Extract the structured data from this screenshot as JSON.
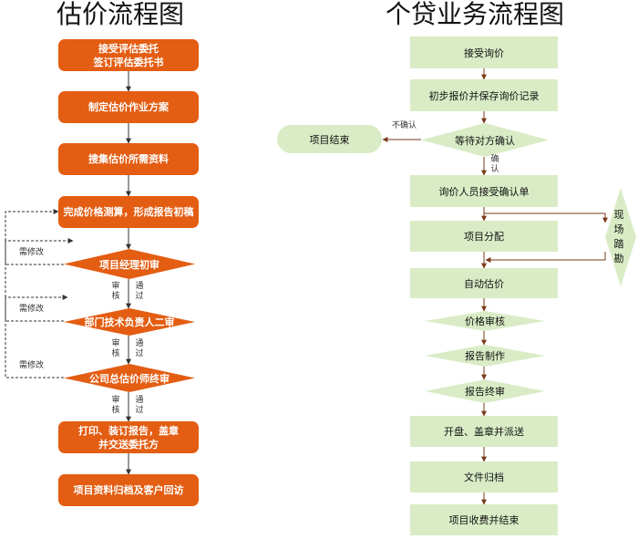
{
  "left": {
    "title": "估价流程图",
    "steps": {
      "s1": "接受评估委托\n签订评估委托书",
      "s2": "制定估价作业方案",
      "s3": "搜集估价所需资料",
      "s4": "完成价格测算，形成报告初稿",
      "d1": "项目经理初审",
      "d2": "部门技术负责人二审",
      "d3": "公司总估价师终审",
      "s5": "打印、装订报告，盖章\n并交送委托方",
      "s6": "项目资料归档及客户回访"
    },
    "labels": {
      "review": "审核",
      "pass": "通过",
      "revise": "需修改"
    }
  },
  "right": {
    "title": "个贷业务流程图",
    "steps": {
      "r1": "接受询价",
      "r2": "初步报价并保存询价记录",
      "rd": "等待对方确认",
      "end": "项目结束",
      "r3": "询价人员接受确认单",
      "r4": "项目分配",
      "site": "现场踏勘",
      "r5": "自动估价",
      "d_price": "价格审核",
      "d_report": "报告制作",
      "d_final": "报告终审",
      "r6": "开盘、盖章并派送",
      "r7": "文件归档",
      "r8": "项目收费并结束"
    },
    "labels": {
      "not_confirm": "不确认",
      "confirm": "确认"
    }
  }
}
